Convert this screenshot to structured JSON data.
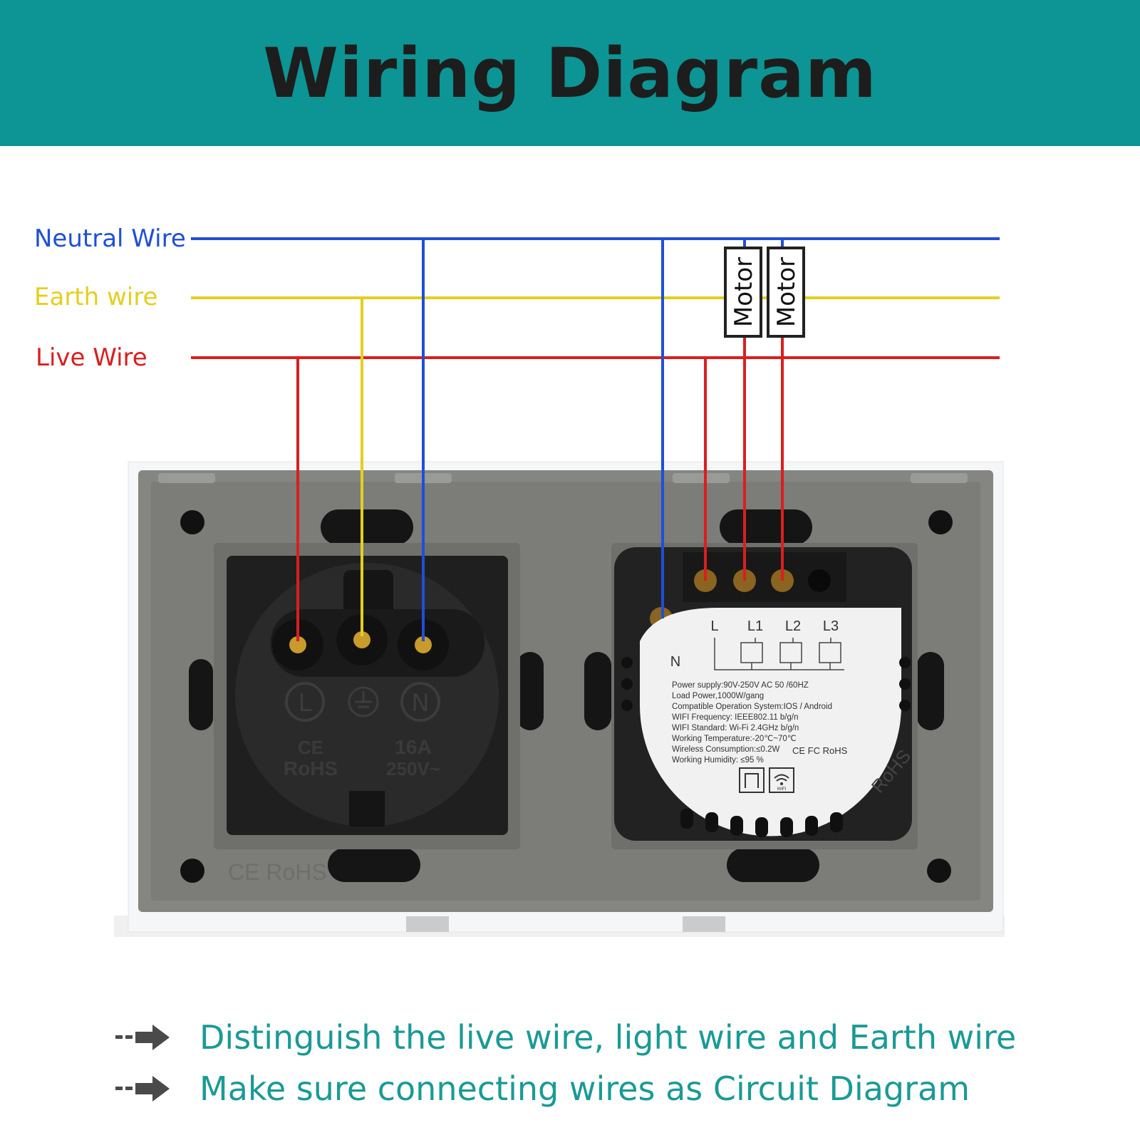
{
  "header": {
    "title": "Wiring Diagram"
  },
  "wires": {
    "neutral": {
      "label": "Neutral Wire",
      "color": "#1f4fd6"
    },
    "earth": {
      "label": "Earth wire",
      "color": "#e3cf1f"
    },
    "live": {
      "label": "Live Wire",
      "color": "#d91f1f"
    }
  },
  "motors": [
    {
      "label": "Motor"
    },
    {
      "label": "Motor"
    }
  ],
  "socket": {
    "terminal_labels": [
      "L",
      "N"
    ],
    "marks": [
      "CE",
      "RoHS",
      "16A",
      "250V~"
    ]
  },
  "switch_module": {
    "terminal_labels": [
      "L",
      "L1",
      "L2",
      "L3",
      "N"
    ],
    "specs": [
      "Power supply:90V-250V AC  50 /60HZ",
      "Load Power,1000W/gang",
      "Compatible Operation System:IOS / Android",
      "WIFI Frequency: IEEE802.11 b/g/n",
      "WIFI Standard: Wi-Fi 2.4GHz b/g/n",
      "Working Temperature:-20℃~70℃",
      "Wireless Consumption:≤0.2W",
      "Working Humidity: ≤95 %"
    ],
    "cert": "CE FC RoHS",
    "edge_mark": "RoHS",
    "wifi_label": "WIFI"
  },
  "plate_mark": "CE RoHS",
  "notes": [
    "Distinguish the live wire, light wire and Earth wire",
    "Make sure connecting wires as Circuit Diagram"
  ],
  "colors": {
    "accent": "#0d9494",
    "note_text": "#1a9a95"
  }
}
